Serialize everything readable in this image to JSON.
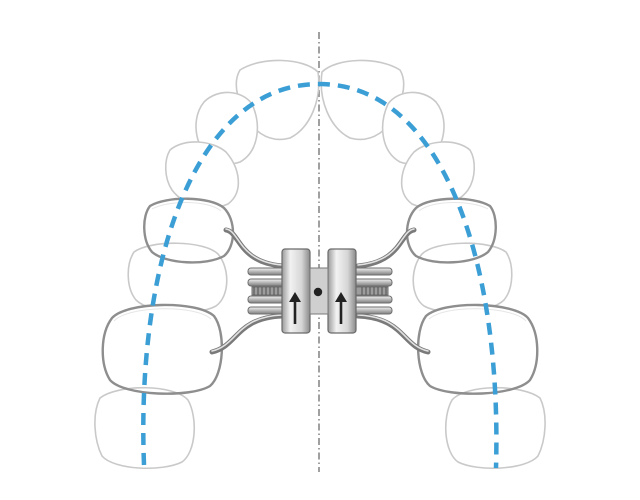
{
  "colors": {
    "arch_curve": "#3b9fd6",
    "midline": "#777777",
    "tooth_outline": "#c9c9c9",
    "metal_dark": "#6e6e6e",
    "metal_light": "#e8e8e8",
    "arrow": "#222222"
  },
  "components": {
    "teeth": "upper-dental-arch-teeth",
    "appliance": "rapid-palatal-expander",
    "screw_direction": "up-arrows"
  }
}
